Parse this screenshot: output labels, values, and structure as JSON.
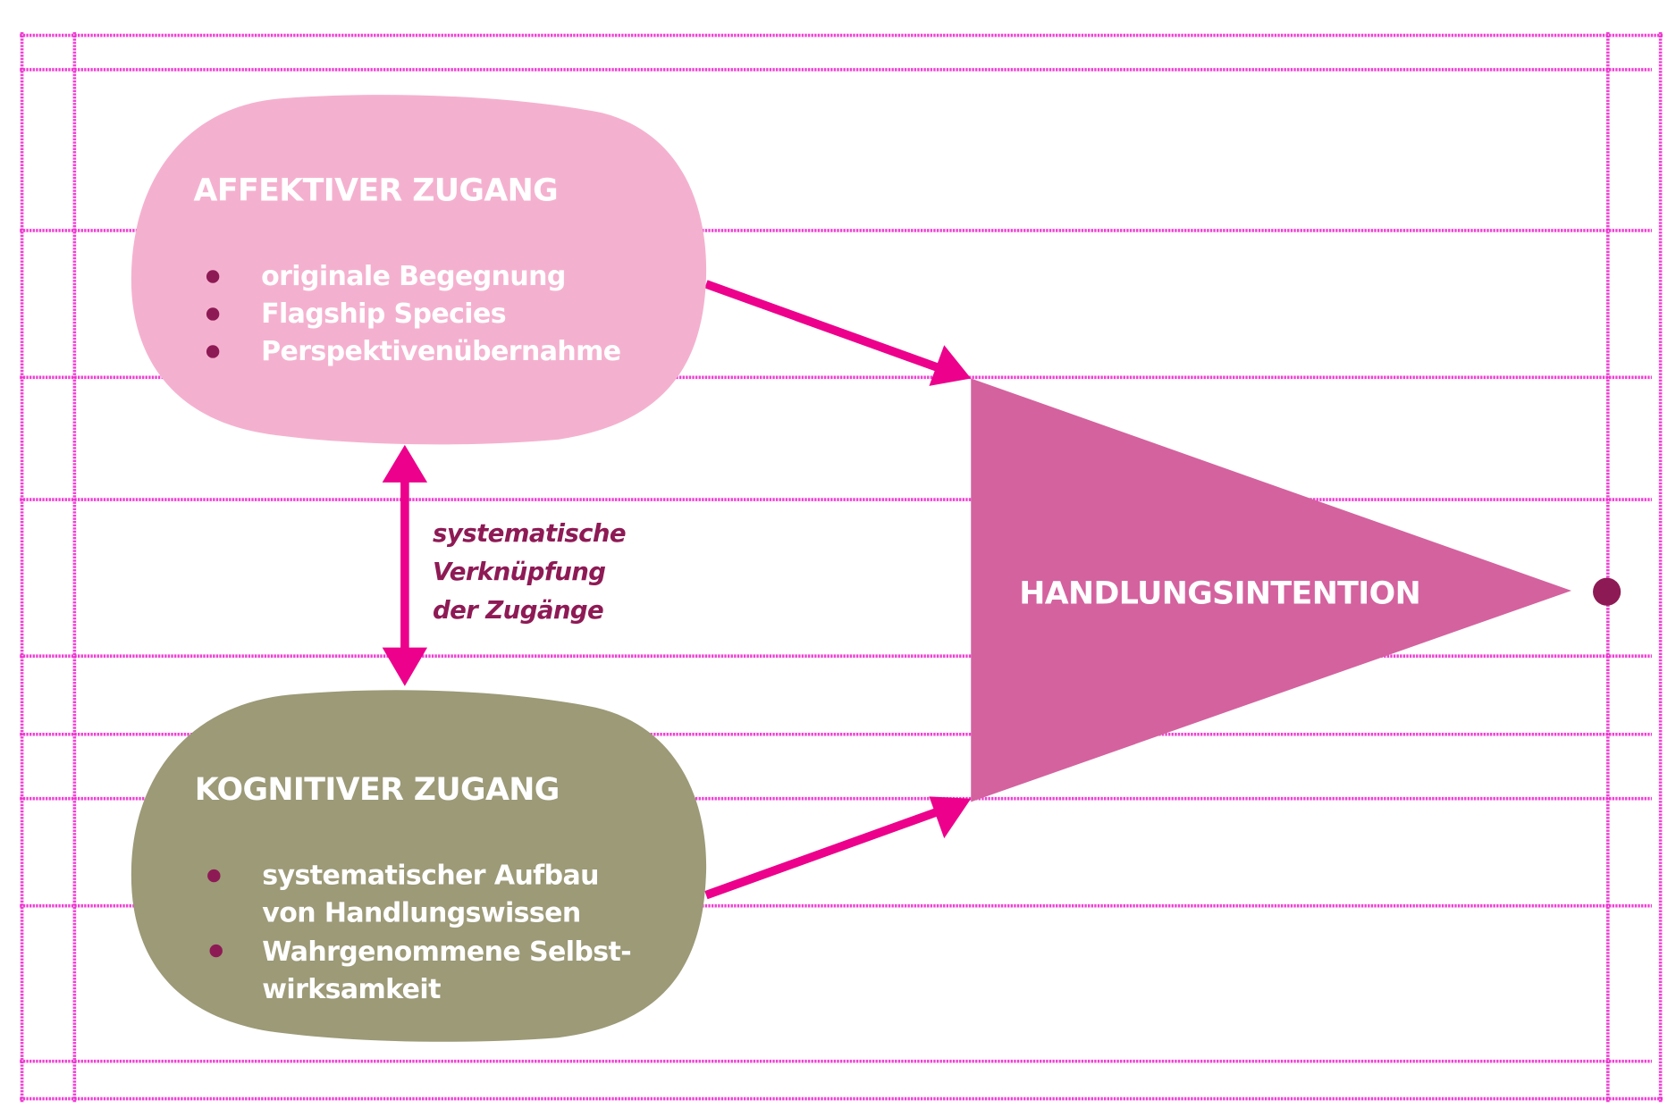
{
  "affective": {
    "title": "AFFEKTIVER ZUGANG",
    "items": [
      "originale Begegnung",
      "Flagship Species",
      "Perspektivenübernahme"
    ]
  },
  "cognitive": {
    "title": "KOGNITIVER ZUGANG",
    "items": [
      [
        "systematischer Aufbau",
        "von Handlungswissen"
      ],
      [
        "Wahrgenommene Selbst-",
        "wirksamkeit"
      ]
    ]
  },
  "link_label": [
    "systematische",
    "Verknüpfung",
    "der Zugänge"
  ],
  "target": {
    "title": "HANDLUNGSINTENTION"
  },
  "colors": {
    "affective": "#f4b1cf",
    "cognitive": "#9c9a77",
    "target": "#d4629f",
    "arrow": "#ec008c",
    "bullet": "#8e1a55",
    "grid": "#ee22cc"
  }
}
